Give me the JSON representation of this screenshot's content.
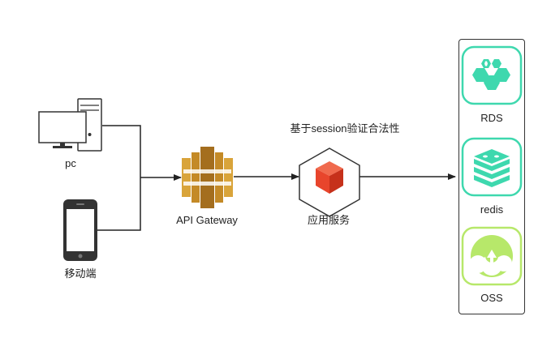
{
  "clients": {
    "pc_label": "pc",
    "mobile_label": "移动端"
  },
  "gateway": {
    "label": "API Gateway"
  },
  "service": {
    "label": "应用服务",
    "note": "基于session验证合法性"
  },
  "storage": {
    "items": [
      {
        "label": "RDS",
        "icon": "rds-icon",
        "color": "#3ED8AE"
      },
      {
        "label": "redis",
        "icon": "redis-icon",
        "color": "#3ED8AE"
      },
      {
        "label": "OSS",
        "icon": "oss-icon",
        "color": "#B7E86A"
      }
    ]
  },
  "colors": {
    "gateway": "#D9A43A",
    "service": "#E8452C",
    "line": "#222222"
  }
}
